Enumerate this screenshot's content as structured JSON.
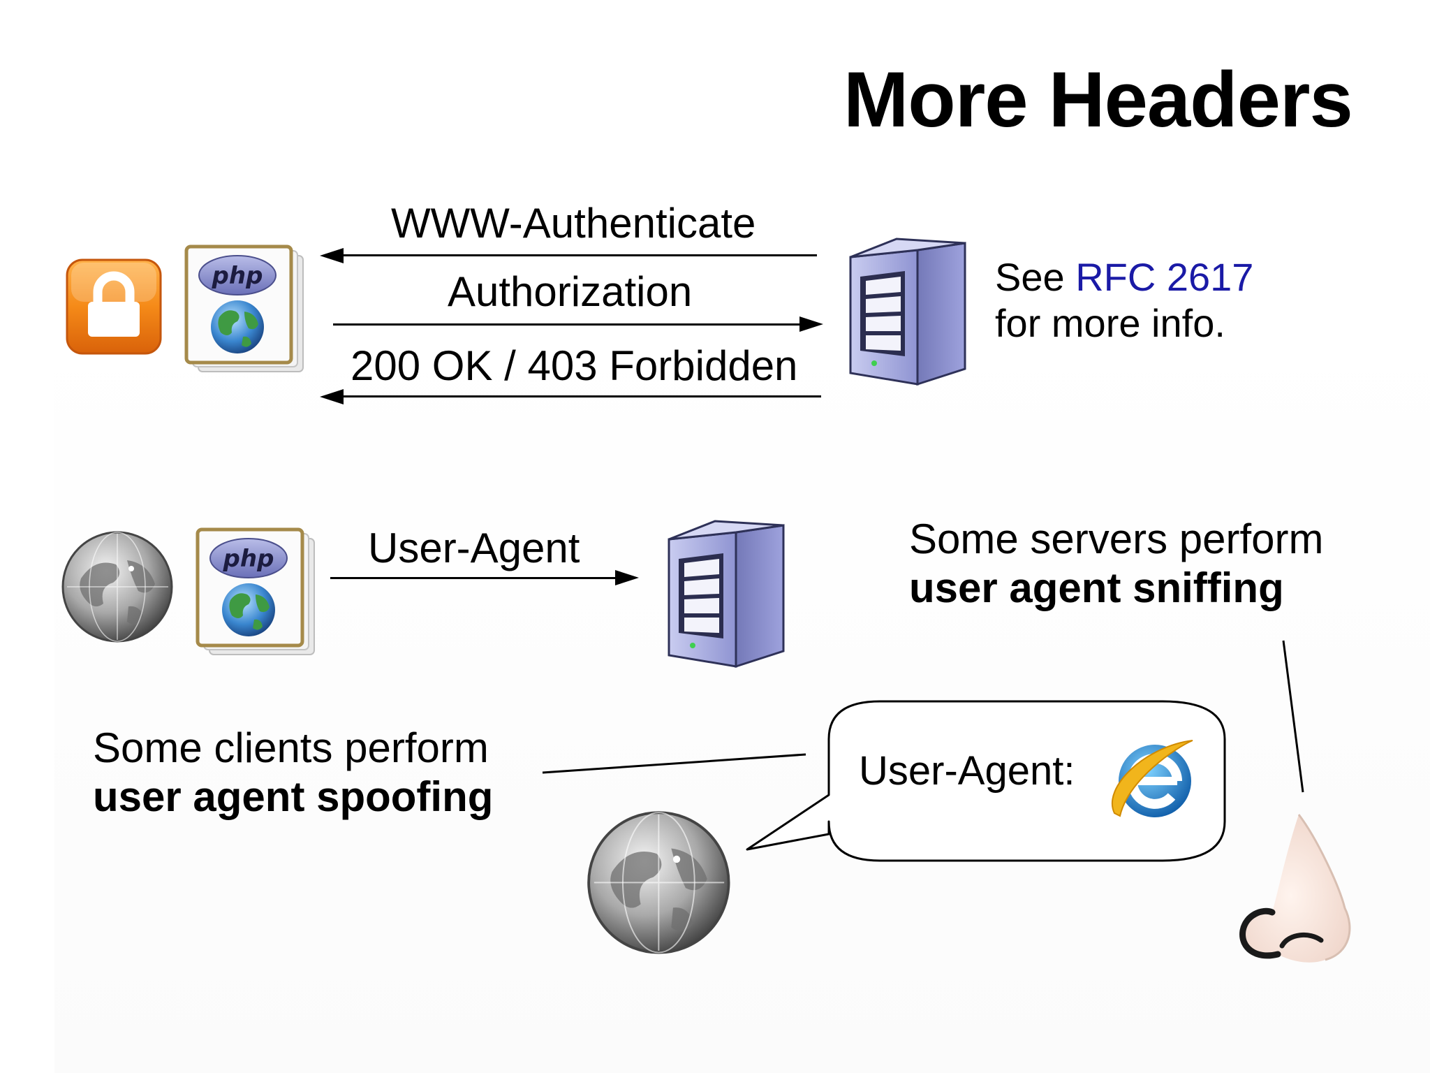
{
  "title": "More Headers",
  "section1": {
    "headers": {
      "www_authenticate": "WWW-Authenticate",
      "authorization": "Authorization",
      "response": "200 OK / 403 Forbidden"
    },
    "note": {
      "prefix": "See ",
      "link": "RFC 2617",
      "suffix": "for more info."
    },
    "icons": [
      "lock-icon",
      "php-document-icon",
      "server-icon"
    ]
  },
  "section2": {
    "header": "User-Agent",
    "server_note": {
      "line1": "Some servers perform",
      "line2": "user agent sniffing"
    },
    "client_note": {
      "line1": "Some clients perform",
      "line2": "user agent spoofing"
    },
    "bubble_text": "User-Agent:",
    "icons": [
      "globe-icon",
      "php-document-icon",
      "server-icon",
      "internet-explorer-icon",
      "nose-icon"
    ]
  },
  "colors": {
    "link": "#1a1aa6",
    "lock": "#f28a1c",
    "server": "#9b9fd8"
  }
}
